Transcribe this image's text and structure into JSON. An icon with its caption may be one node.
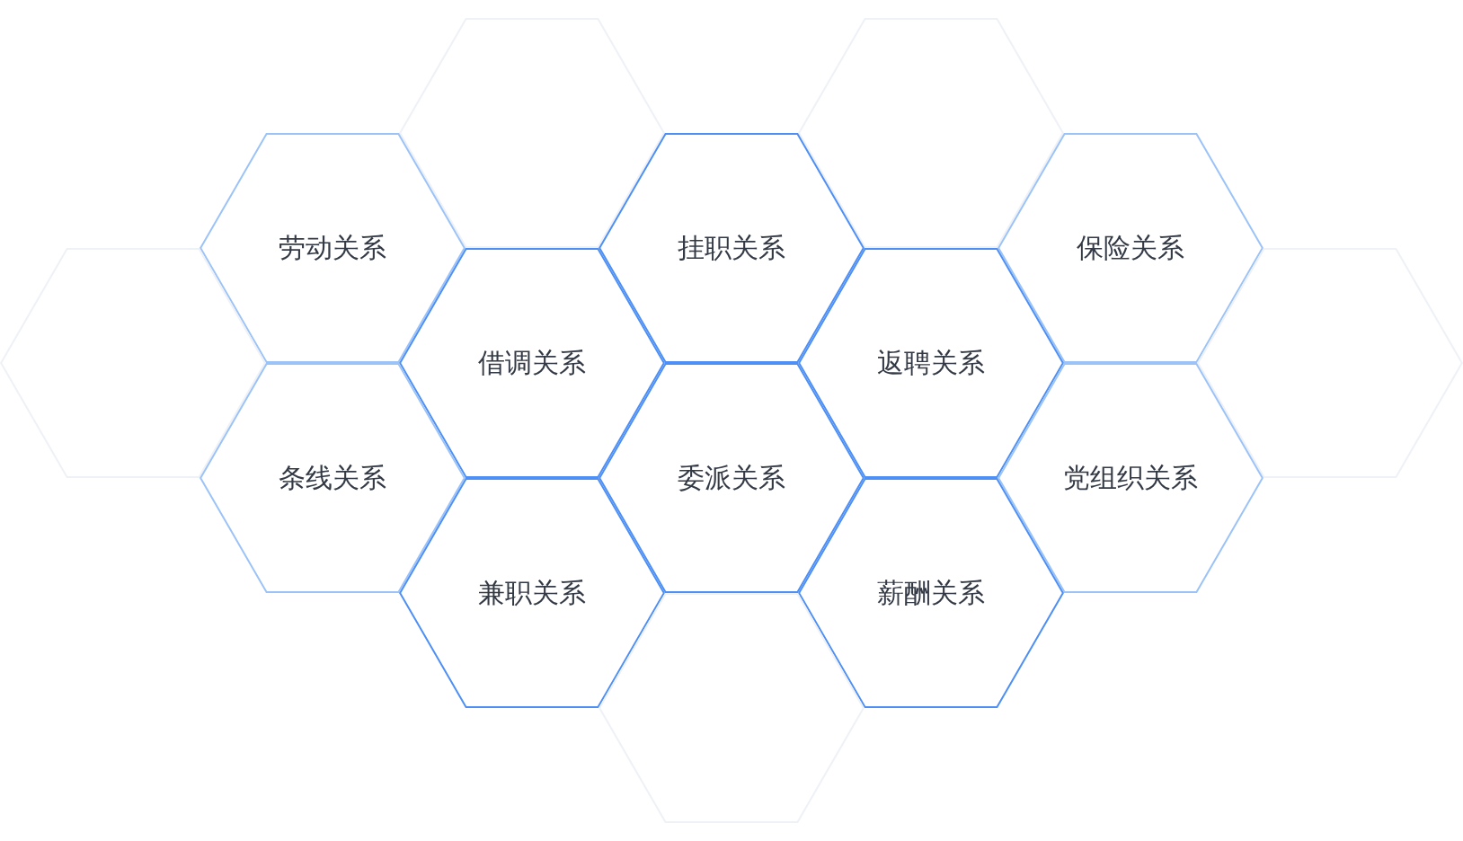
{
  "diagram": {
    "nodes": [
      {
        "text": [],
        "shape": "hexagon"
      },
      {
        "text": [],
        "shape": "hexagon"
      },
      {
        "text": [
          "劳动关系"
        ]
      },
      {
        "text": [
          "挂职关系"
        ]
      },
      {
        "text": [
          "保险关系"
        ]
      },
      {
        "text": [],
        "shape": "hexagon"
      },
      {
        "text": [
          "借调关系"
        ]
      },
      {
        "text": [
          "返聘关系"
        ]
      },
      {
        "text": [],
        "shape": "hexagon"
      },
      {
        "text": [
          "条线关系"
        ]
      },
      {
        "text": [
          "委派关系"
        ]
      },
      {
        "text": [
          "党组织关系"
        ]
      },
      {
        "text": [
          "兼职关系"
        ]
      },
      {
        "text": [
          "薪酬关系"
        ]
      },
      {
        "text": [],
        "shape": "hexagon"
      }
    ]
  }
}
